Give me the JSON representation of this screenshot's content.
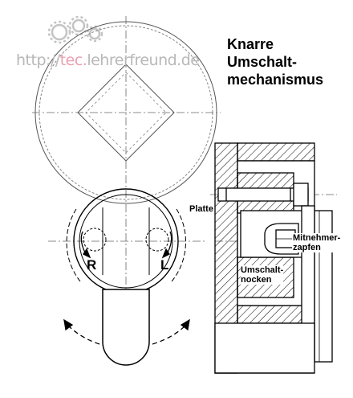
{
  "title": "Knarre\nUmschalt-\nmechanismus",
  "watermark": {
    "prefix": "http://",
    "accent": "tec.",
    "suffix": "lehrerfreund.de"
  },
  "labels": {
    "platte": "Platte",
    "mitnehmer": "Mitnehmer-\nzapfen",
    "umschalt": "Umschalt-\nnocken",
    "r": "R",
    "l": "L"
  }
}
